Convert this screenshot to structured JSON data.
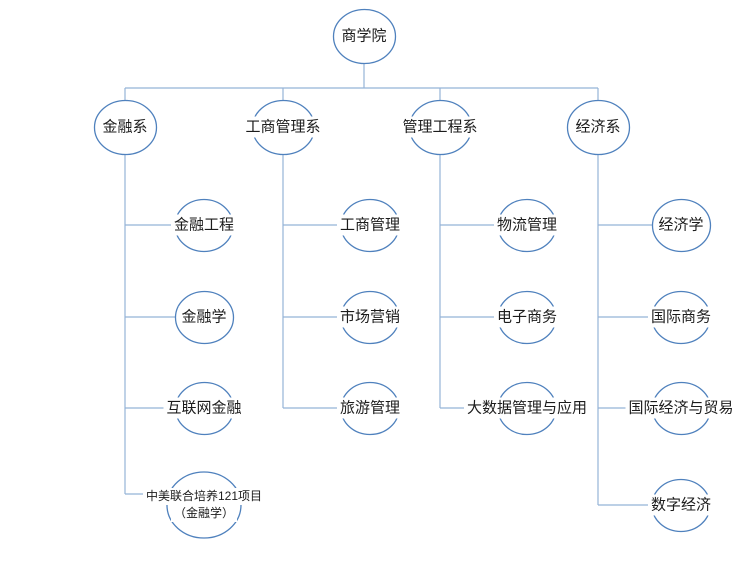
{
  "diagram": {
    "root": {
      "label": "商学院"
    },
    "departments": [
      {
        "label": "金融系",
        "children": [
          {
            "label": "金融工程"
          },
          {
            "label": "金融学"
          },
          {
            "label": "互联网金融"
          },
          {
            "label": "中美联合培养121项目",
            "label_line2": "（金融学）"
          }
        ]
      },
      {
        "label": "工商管理系",
        "children": [
          {
            "label": "工商管理"
          },
          {
            "label": "市场营销"
          },
          {
            "label": "旅游管理"
          }
        ]
      },
      {
        "label": "管理工程系",
        "children": [
          {
            "label": "物流管理"
          },
          {
            "label": "电子商务"
          },
          {
            "label": "大数据管理与应用"
          }
        ]
      },
      {
        "label": "经济系",
        "children": [
          {
            "label": "经济学"
          },
          {
            "label": "国际商务"
          },
          {
            "label": "国际经济与贸易"
          },
          {
            "label": "数字经济"
          }
        ]
      }
    ],
    "colors": {
      "node_outline": "#4f81bd",
      "connector_line": "#95b3d7",
      "text": "#1c1c1c",
      "background": "#ffffff"
    }
  }
}
